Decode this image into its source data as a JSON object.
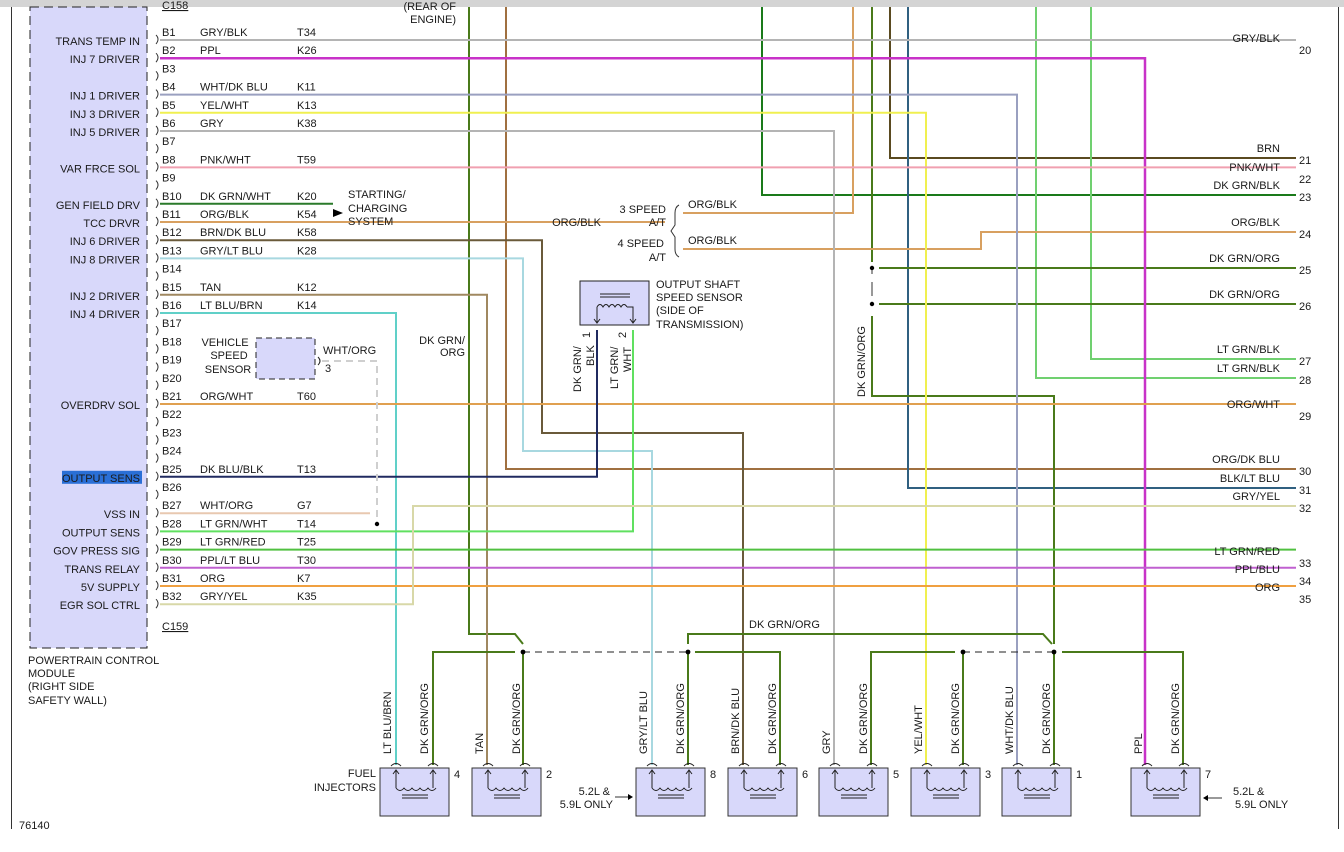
{
  "diagram": {
    "figure_number": "76140",
    "colors": {
      "module_fill": "#d8d8fa",
      "selection_highlight": "#2a6fd6"
    },
    "pcm": {
      "label_lines": [
        "POWERTRAIN CONTROL",
        "MODULE",
        "(RIGHT SIDE",
        "SAFETY WALL)"
      ],
      "connector_top": "C158",
      "connector_bottom": "C159",
      "selected_label": "OUTPUT SENS"
    },
    "pins": [
      {
        "pin": "B1",
        "func": "TRANS TEMP IN",
        "wire": "GRY/BLK",
        "circuit": "T34"
      },
      {
        "pin": "B2",
        "func": "INJ 7 DRIVER",
        "wire": "PPL",
        "circuit": "K26"
      },
      {
        "pin": "B3",
        "func": "",
        "wire": "",
        "circuit": ""
      },
      {
        "pin": "B4",
        "func": "INJ 1 DRIVER",
        "wire": "WHT/DK BLU",
        "circuit": "K11"
      },
      {
        "pin": "B5",
        "func": "INJ 3 DRIVER",
        "wire": "YEL/WHT",
        "circuit": "K13"
      },
      {
        "pin": "B6",
        "func": "INJ 5 DRIVER",
        "wire": "GRY",
        "circuit": "K38"
      },
      {
        "pin": "B7",
        "func": "",
        "wire": "",
        "circuit": ""
      },
      {
        "pin": "B8",
        "func": "VAR FRCE SOL",
        "wire": "PNK/WHT",
        "circuit": "T59"
      },
      {
        "pin": "B9",
        "func": "",
        "wire": "",
        "circuit": ""
      },
      {
        "pin": "B10",
        "func": "GEN FIELD DRV",
        "wire": "DK GRN/WHT",
        "circuit": "K20"
      },
      {
        "pin": "B11",
        "func": "TCC DRVR",
        "wire": "ORG/BLK",
        "circuit": "K54"
      },
      {
        "pin": "B12",
        "func": "INJ 6 DRIVER",
        "wire": "BRN/DK BLU",
        "circuit": "K58"
      },
      {
        "pin": "B13",
        "func": "INJ 8 DRIVER",
        "wire": "GRY/LT BLU",
        "circuit": "K28"
      },
      {
        "pin": "B14",
        "func": "",
        "wire": "",
        "circuit": ""
      },
      {
        "pin": "B15",
        "func": "INJ 2 DRIVER",
        "wire": "TAN",
        "circuit": "K12"
      },
      {
        "pin": "B16",
        "func": "INJ 4 DRIVER",
        "wire": "LT BLU/BRN",
        "circuit": "K14"
      },
      {
        "pin": "B17",
        "func": "",
        "wire": "",
        "circuit": ""
      },
      {
        "pin": "B18",
        "func": "",
        "wire": "",
        "circuit": ""
      },
      {
        "pin": "B19",
        "func": "",
        "wire": "",
        "circuit": ""
      },
      {
        "pin": "B20",
        "func": "",
        "wire": "",
        "circuit": ""
      },
      {
        "pin": "B21",
        "func": "OVERDRV SOL",
        "wire": "ORG/WHT",
        "circuit": "T60"
      },
      {
        "pin": "B22",
        "func": "",
        "wire": "",
        "circuit": ""
      },
      {
        "pin": "B23",
        "func": "",
        "wire": "",
        "circuit": ""
      },
      {
        "pin": "B24",
        "func": "",
        "wire": "",
        "circuit": ""
      },
      {
        "pin": "B25",
        "func": "OUTPUT SENS",
        "wire": "DK BLU/BLK",
        "circuit": "T13"
      },
      {
        "pin": "B26",
        "func": "",
        "wire": "",
        "circuit": ""
      },
      {
        "pin": "B27",
        "func": "VSS IN",
        "wire": "WHT/ORG",
        "circuit": "G7"
      },
      {
        "pin": "B28",
        "func": "OUTPUT SENS",
        "wire": "LT GRN/WHT",
        "circuit": "T14"
      },
      {
        "pin": "B29",
        "func": "GOV PRESS SIG",
        "wire": "LT GRN/RED",
        "circuit": "T25"
      },
      {
        "pin": "B30",
        "func": "TRANS RELAY",
        "wire": "PPL/LT BLU",
        "circuit": "T30"
      },
      {
        "pin": "B31",
        "func": "5V SUPPLY",
        "wire": "ORG",
        "circuit": "K7"
      },
      {
        "pin": "B32",
        "func": "EGR SOL CTRL",
        "wire": "GRY/YEL",
        "circuit": "K35"
      }
    ],
    "right_refs": [
      {
        "num": "20",
        "wire": "GRY/BLK"
      },
      {
        "num": "21",
        "wire": "BRN"
      },
      {
        "num": "22",
        "wire": "PNK/WHT"
      },
      {
        "num": "23",
        "wire": "DK GRN/BLK"
      },
      {
        "num": "24",
        "wire": "ORG/BLK"
      },
      {
        "num": "25",
        "wire": "DK GRN/ORG"
      },
      {
        "num": "26",
        "wire": "DK GRN/ORG"
      },
      {
        "num": "27",
        "wire": "LT GRN/BLK"
      },
      {
        "num": "28",
        "wire": "LT GRN/BLK"
      },
      {
        "num": "29",
        "wire": "ORG/WHT"
      },
      {
        "num": "30",
        "wire": "ORG/DK BLU"
      },
      {
        "num": "31",
        "wire": "BLK/LT BLU"
      },
      {
        "num": "32",
        "wire": "GRY/YEL"
      },
      {
        "num": "33",
        "wire": "LT GRN/RED"
      },
      {
        "num": "34",
        "wire": "PPL/BLU"
      },
      {
        "num": "35",
        "wire": "ORG"
      }
    ],
    "top_note_lines": [
      "(REAR OF",
      "ENGINE)"
    ],
    "starting_charging_lines": [
      "STARTING/",
      "CHARGING",
      "SYSTEM"
    ],
    "vss": {
      "label_lines": [
        "VEHICLE",
        "SPEED",
        "SENSOR"
      ],
      "wire": "WHT/ORG",
      "pin": "3"
    },
    "tcc_split": {
      "left_wire": "ORG/BLK",
      "speed3_lines": [
        "3 SPEED",
        "A/T"
      ],
      "speed3_wire": "ORG/BLK",
      "speed4_lines": [
        "4 SPEED",
        "A/T"
      ],
      "speed4_wire": "ORG/BLK"
    },
    "oss": {
      "label_lines": [
        "OUTPUT SHAFT",
        "SPEED SENSOR",
        "(SIDE OF",
        "TRANSMISSION)"
      ],
      "pin1": "1",
      "pin2": "2",
      "wire1_lines": [
        "DK GRN/",
        "BLK"
      ],
      "wire2_lines": [
        "LT GRN/",
        "WHT"
      ]
    },
    "splice_labels": {
      "vertical_left_lines": [
        "DK GRN/",
        "ORG"
      ],
      "vertical_right": "DK GRN/ORG",
      "bus": "DK GRN/ORG"
    },
    "injectors": {
      "label_lines": [
        "FUEL",
        "INJECTORS"
      ],
      "note_lines": [
        "5.2L &",
        "5.9L ONLY"
      ],
      "items": [
        {
          "num": "4",
          "signal": "LT BLU/BRN",
          "ground": "DK GRN/ORG"
        },
        {
          "num": "2",
          "signal": "TAN",
          "ground": "DK GRN/ORG"
        },
        {
          "num": "8",
          "signal": "GRY/LT BLU",
          "ground": "DK GRN/ORG"
        },
        {
          "num": "6",
          "signal": "BRN/DK BLU",
          "ground": "DK GRN/ORG"
        },
        {
          "num": "5",
          "signal": "GRY",
          "ground": "DK GRN/ORG"
        },
        {
          "num": "3",
          "signal": "YEL/WHT",
          "ground": "DK GRN/ORG"
        },
        {
          "num": "1",
          "signal": "WHT/DK BLU",
          "ground": "DK GRN/ORG"
        },
        {
          "num": "7",
          "signal": "PPL",
          "ground": "DK GRN/ORG"
        }
      ]
    }
  }
}
